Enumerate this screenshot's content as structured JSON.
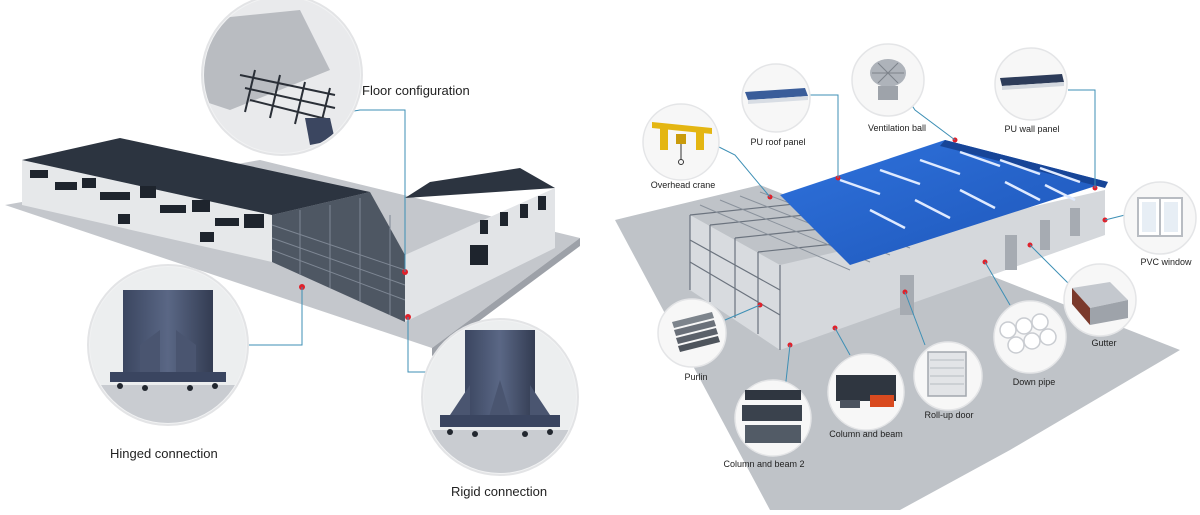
{
  "left_panel": {
    "labels": {
      "floor_configuration": "Floor configuration",
      "hinged_connection": "Hinged connection",
      "rigid_connection": "Rigid connection"
    }
  },
  "right_panel": {
    "labels": {
      "overhead_crane": "Overhead crane",
      "pu_roof_panel": "PU roof panel",
      "ventilation_ball": "Ventilation ball",
      "pu_wall_panel": "PU wall panel",
      "pvc_window": "PVC window",
      "gutter": "Gutter",
      "down_pipe": "Down pipe",
      "roll_up_door": "Roll-up door",
      "column_and_beam": "Column and beam",
      "column_and_beam_2": "Column and beam 2",
      "purlin": "Purlin"
    }
  },
  "colors": {
    "steel_dark": "#2f3844",
    "roof_blue": "#2563c9",
    "leader_line": "#3d8fb5",
    "marker_red": "#e0202a",
    "ground_gray": "#c9ccd1"
  }
}
